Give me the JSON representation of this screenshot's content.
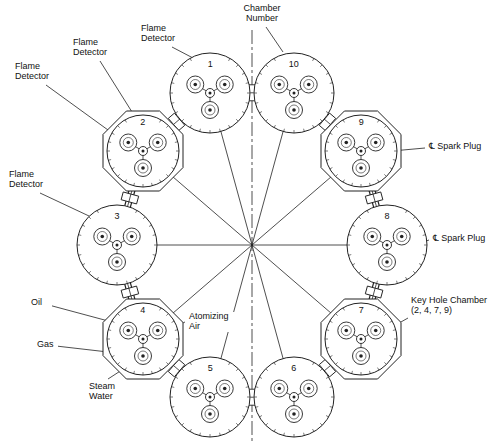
{
  "diagram": {
    "nodes": [
      {
        "text": [
          "1"
        ]
      },
      {
        "text": [
          "2"
        ]
      },
      {
        "text": [
          "3"
        ]
      },
      {
        "text": [
          "4"
        ]
      },
      {
        "text": [
          "5"
        ]
      },
      {
        "text": [
          "6"
        ]
      },
      {
        "text": [
          "7"
        ]
      },
      {
        "text": [
          "8"
        ]
      },
      {
        "text": [
          "9"
        ]
      },
      {
        "text": [
          "10"
        ]
      }
    ],
    "edges": [
      {
        "from": 0,
        "to": 1,
        "arrow": "none"
      },
      {
        "from": 1,
        "to": 2,
        "arrow": "none"
      },
      {
        "from": 2,
        "to": 3,
        "arrow": "none"
      },
      {
        "from": 3,
        "to": 4,
        "arrow": "none"
      },
      {
        "from": 4,
        "to": 5,
        "arrow": "none"
      },
      {
        "from": 5,
        "to": 6,
        "arrow": "none"
      },
      {
        "from": 6,
        "to": 7,
        "arrow": "none"
      },
      {
        "from": 7,
        "to": 8,
        "arrow": "none"
      },
      {
        "from": 8,
        "to": 9,
        "arrow": "none"
      },
      {
        "from": 9,
        "to": 0,
        "arrow": "none"
      }
    ],
    "labels": [
      "Flame Detector",
      "Chamber Number",
      "Flame Detector",
      "Flame Detector",
      "Flame Detector",
      "℄ Spark Plug",
      "℄ Spark Plug",
      "Key Hole Chamber (2, 4, 7, 9)",
      "Oil",
      "Atomizing Air",
      "Gas",
      "Steam Water"
    ]
  }
}
